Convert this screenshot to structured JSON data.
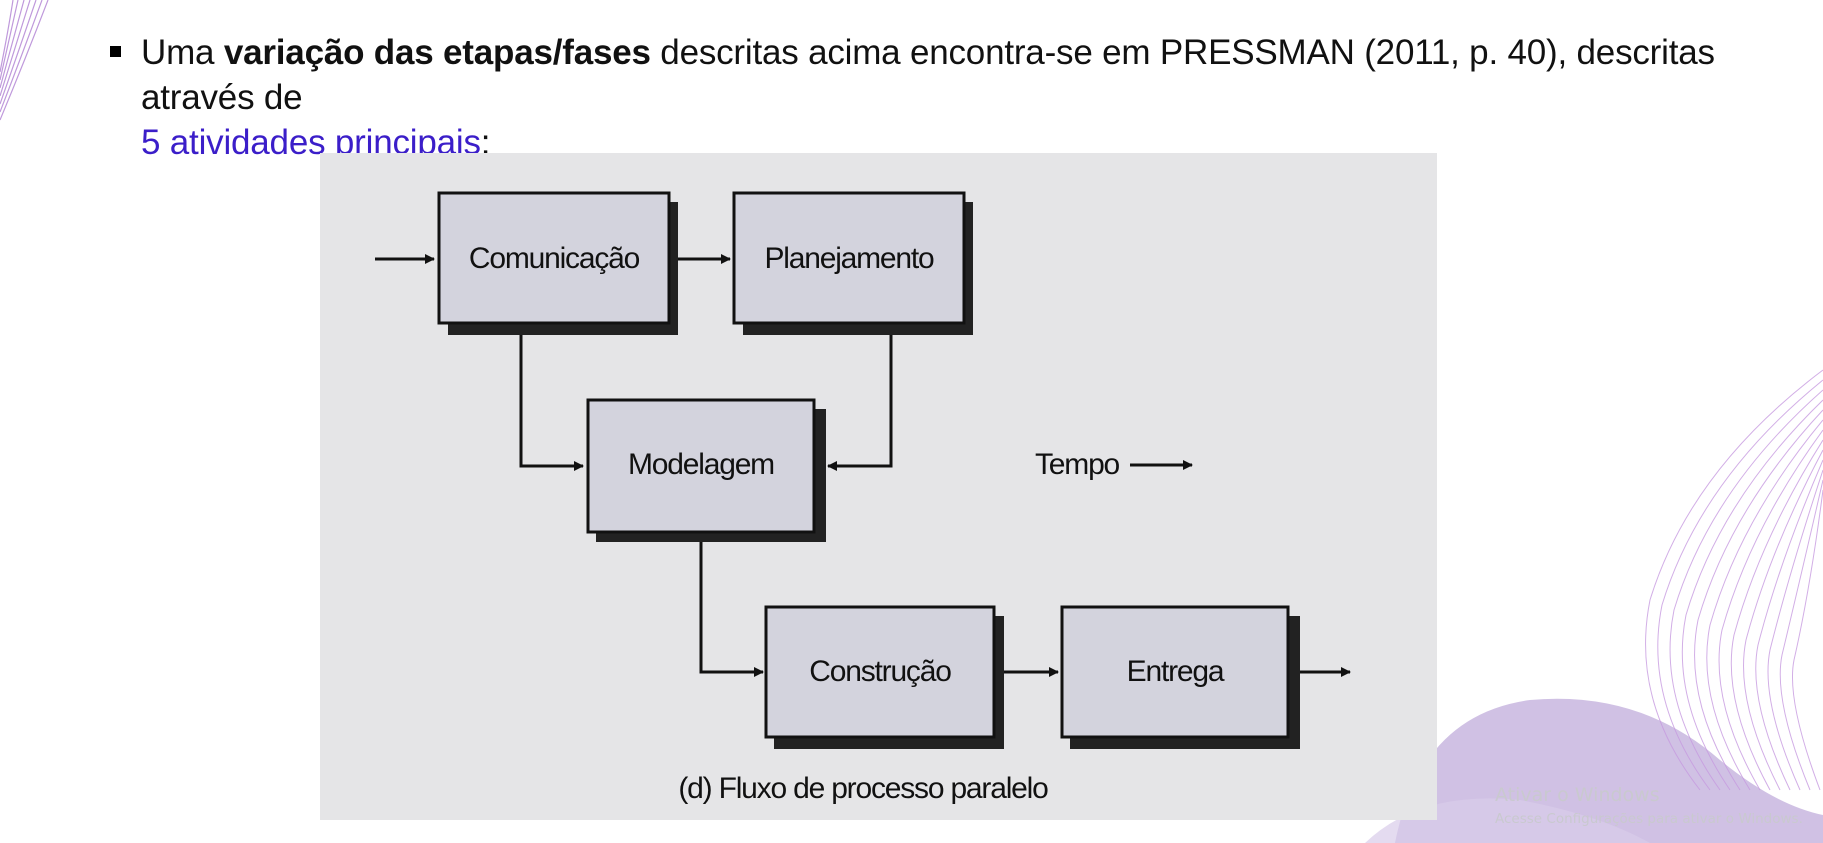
{
  "slide": {
    "bullet": {
      "text_before": "Uma ",
      "bold_text": "variação das etapas/fases",
      "text_middle": " descritas acima encontra-se em PRESSMAN (2011, p. 40), descritas através de",
      "highlight_text": "5 atividades principais",
      "text_after": ":"
    }
  },
  "diagram": {
    "nodes": [
      {
        "id": "comunicacao",
        "label": "Comunicação"
      },
      {
        "id": "planejamento",
        "label": "Planejamento"
      },
      {
        "id": "modelagem",
        "label": "Modelagem"
      },
      {
        "id": "construcao",
        "label": "Construção"
      },
      {
        "id": "entrega",
        "label": "Entrega"
      }
    ],
    "time_label": "Tempo",
    "caption": "(d) Fluxo de processo paralelo",
    "colors": {
      "panel_background": "#e5e5e7",
      "node_fill": "#d3d3dd",
      "node_border": "#111111",
      "shadow": "#222222"
    }
  },
  "watermark": {
    "title": "Ativar o Windows",
    "subtitle": "Acesse Configurações para ativar o Windows."
  },
  "theme": {
    "accent_text": "#3b1ec9",
    "decoration": "#b98fd8"
  }
}
